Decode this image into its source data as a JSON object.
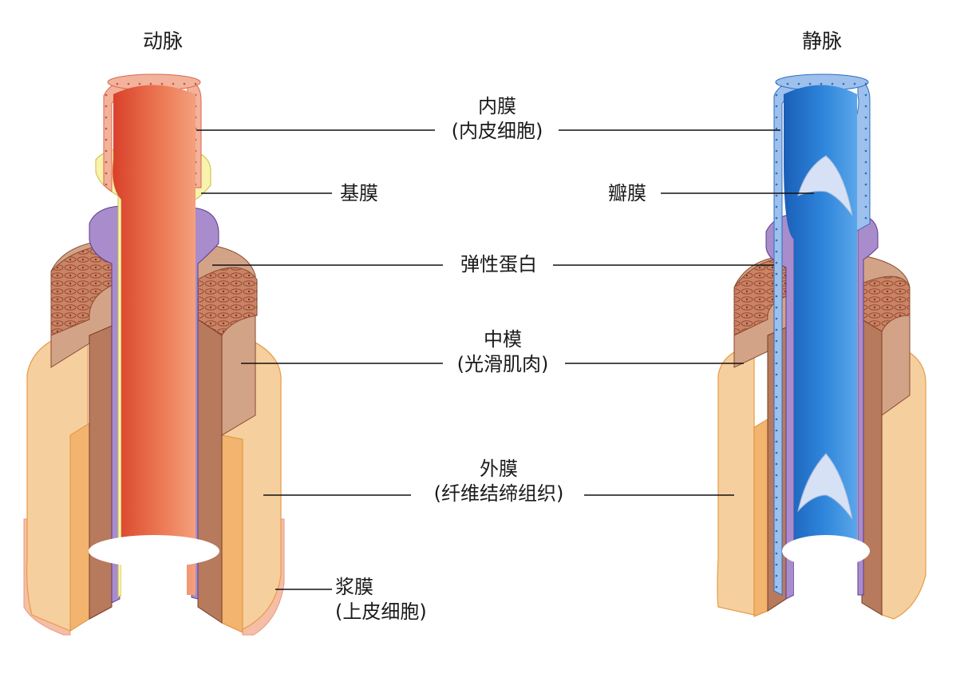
{
  "titles": {
    "artery": "动脉",
    "vein": "静脉"
  },
  "labels": {
    "intima": {
      "line1": "内膜",
      "line2": "(内皮细胞)"
    },
    "basement": "基膜",
    "valve": "瓣膜",
    "elastin": "弹性蛋白",
    "media": {
      "line1": "中模",
      "line2": "(光滑肌肉)"
    },
    "adventitia": {
      "line1": "外膜",
      "line2": "(纤维结缔组织)"
    },
    "serosa": {
      "line1": "浆膜",
      "line2": "(上皮细胞)"
    }
  },
  "colors": {
    "artery_lumen": "#e0502f",
    "vein_lumen": "#1f6fc6",
    "endothelium_artery": "#f2a58e",
    "endothelium_vein": "#8db5e6",
    "basement_membrane": "#f7f0a6",
    "elastin": "#a98ccc",
    "smooth_muscle": "#c98c6c",
    "adventitia": "#f5c98f",
    "serosa": "#f7c0a8"
  }
}
